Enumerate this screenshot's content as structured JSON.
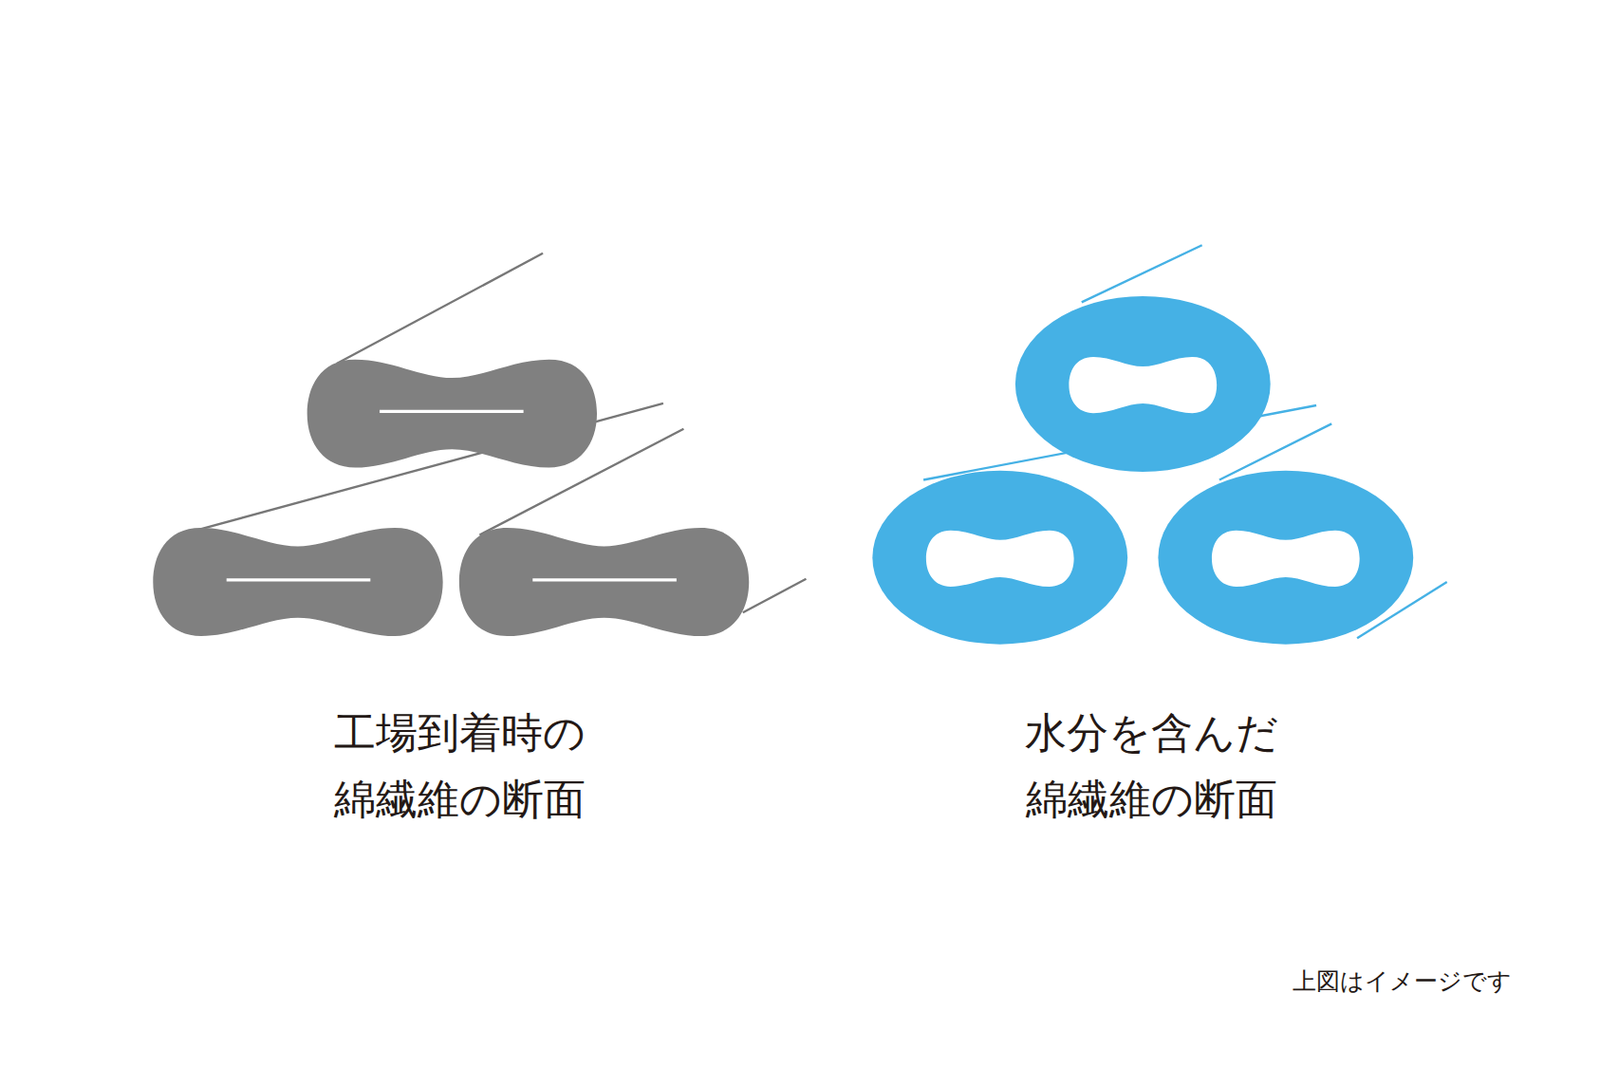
{
  "diagram": {
    "labels": [
      "工場到着時の 綿繊維の断面",
      "水分を含んだ 綿繊維の断面",
      "上図はイメージです"
    ]
  }
}
